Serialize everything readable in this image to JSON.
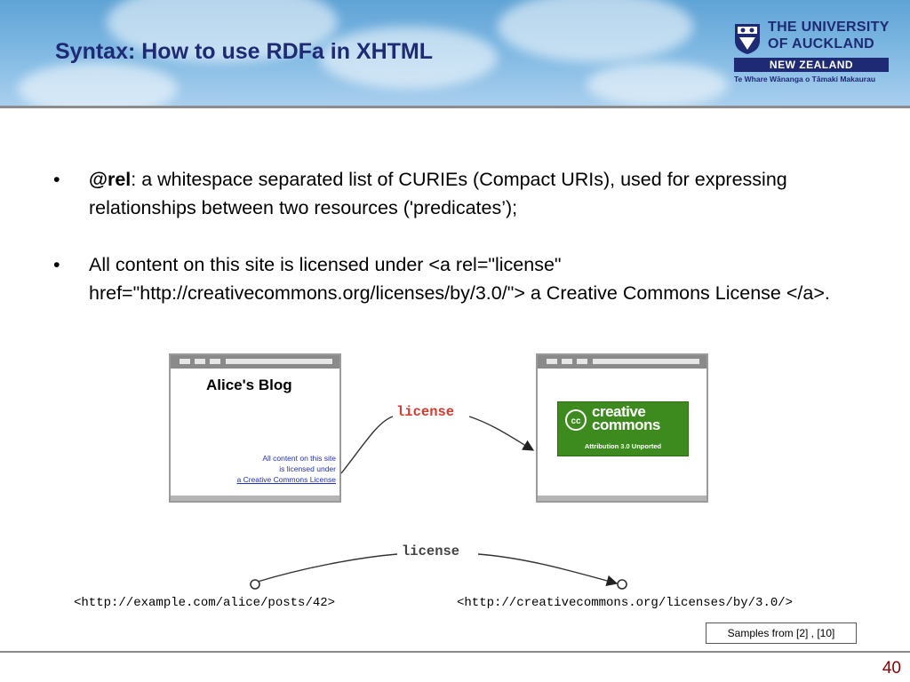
{
  "header": {
    "title": "Syntax: How to use RDFa in XHTML",
    "logo": {
      "line1": "THE UNIVERSITY",
      "line2": "OF AUCKLAND",
      "band": "NEW ZEALAND",
      "maori": "Te Whare Wānanga o Tāmaki Makaurau"
    }
  },
  "bullets": [
    {
      "bold": "@rel",
      "text": ": a whitespace separated list of CURIEs (Compact URIs), used for expressing relationships between two resources ('predicates’);"
    },
    {
      "bold": "",
      "text": "All content on this site is licensed under <a rel=\"license\" href=\"http://creativecommons.org/licenses/by/3.0/\"> a Creative Commons License </a>."
    }
  ],
  "diagram": {
    "blog_title": "Alice's Blog",
    "blog_lines": [
      "All content on this site",
      "is licensed under",
      "a Creative Commons License"
    ],
    "cc_words": [
      "creative",
      "commons"
    ],
    "cc_badge": "cc",
    "cc_attribution": "Attribution 3.0 Unported",
    "relation_label_top": "license",
    "relation_label_bottom": "license",
    "subject_uri": "<http://example.com/alice/posts/42>",
    "object_uri": "<http://creativecommons.org/licenses/by/3.0/>"
  },
  "footer": {
    "samples": "Samples from [2] , [10]",
    "page_number": "40"
  },
  "colors": {
    "title_blue": "#1f2a74",
    "license_red": "#d63a2e",
    "cc_green": "#3d8b1e",
    "page_number_red": "#8b0000"
  }
}
